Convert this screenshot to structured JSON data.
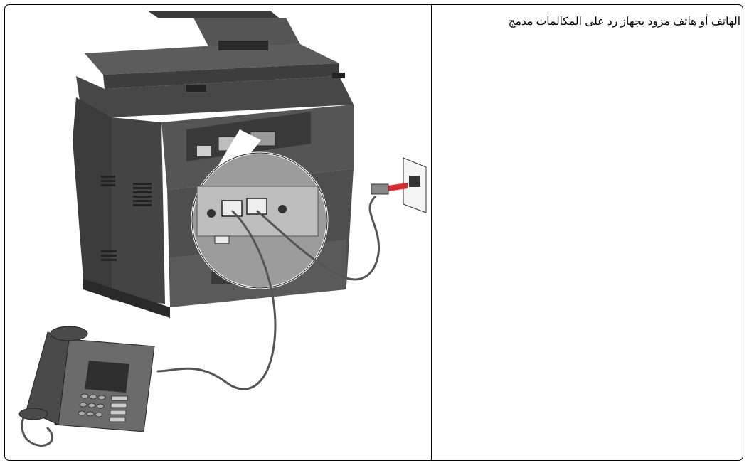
{
  "caption": {
    "text": "الهاتف أو هاتف مزود بجهاز رد على المكالمات مدمج"
  },
  "illustration": {
    "items": [
      "printer-icon",
      "wall-jack-icon",
      "phone-cable",
      "telephone-icon",
      "magnified-port-panel"
    ],
    "colors": {
      "printer": "#4a4a4a",
      "printer_dark": "#2b2b2b",
      "printer_light": "#6b6b6b",
      "plug_arrow": "#e0262c",
      "cable": "#555555"
    }
  }
}
